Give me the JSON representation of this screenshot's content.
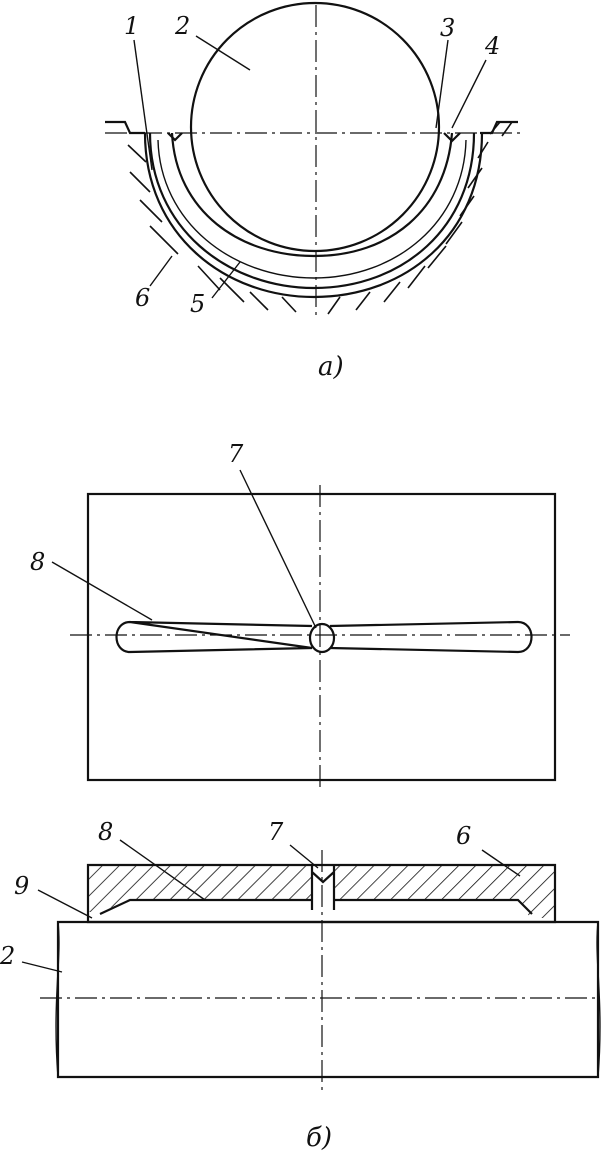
{
  "figure_a": {
    "caption": "а)",
    "labels": {
      "l1": "1",
      "l2": "2",
      "l3": "3",
      "l4": "4",
      "l5": "5",
      "l6": "6"
    }
  },
  "figure_b": {
    "caption": "б)",
    "plan_labels": {
      "l7": "7",
      "l8": "8"
    },
    "section_labels": {
      "l2": "2",
      "l6": "6",
      "l7": "7",
      "l8": "8",
      "l9": "9"
    }
  }
}
